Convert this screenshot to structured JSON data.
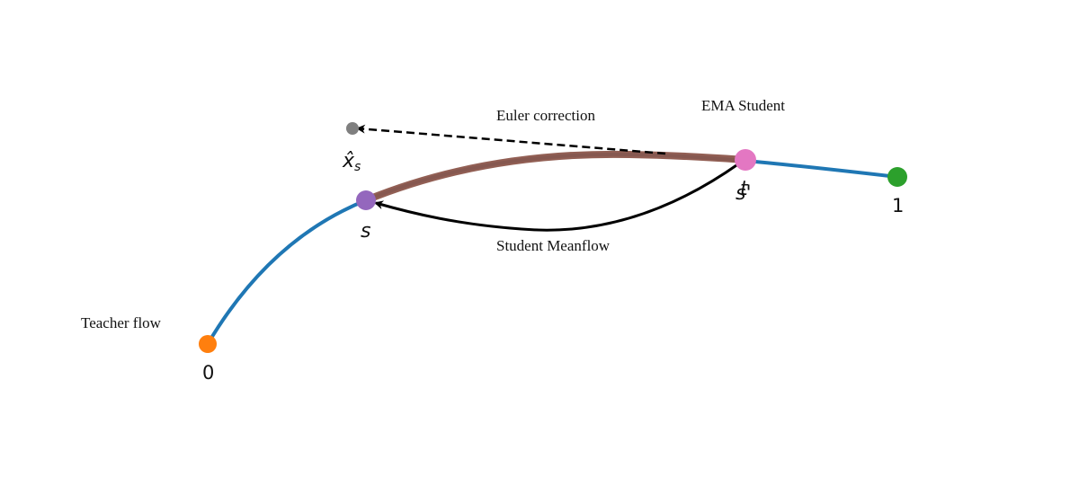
{
  "labels": {
    "euler_correction": "Euler correction",
    "ema_student": "EMA Student",
    "student_meanflow": "Student Meanflow",
    "teacher_flow": "Teacher flow"
  },
  "points": {
    "x_hat_s": "x̂",
    "x_hat_s_sub": "s",
    "s": "s",
    "t": "t",
    "s_prime": "s'",
    "zero": "0",
    "one": "1"
  },
  "colors": {
    "teacher_curve": "#1f77b4",
    "student_curve": "#8c564b",
    "point_0": "#ff7f0e",
    "point_1": "#2ca02c",
    "point_s": "#9467bd",
    "point_t": "#e377c2",
    "point_x_hat": "#7f7f7f",
    "arrows": "#000000"
  }
}
